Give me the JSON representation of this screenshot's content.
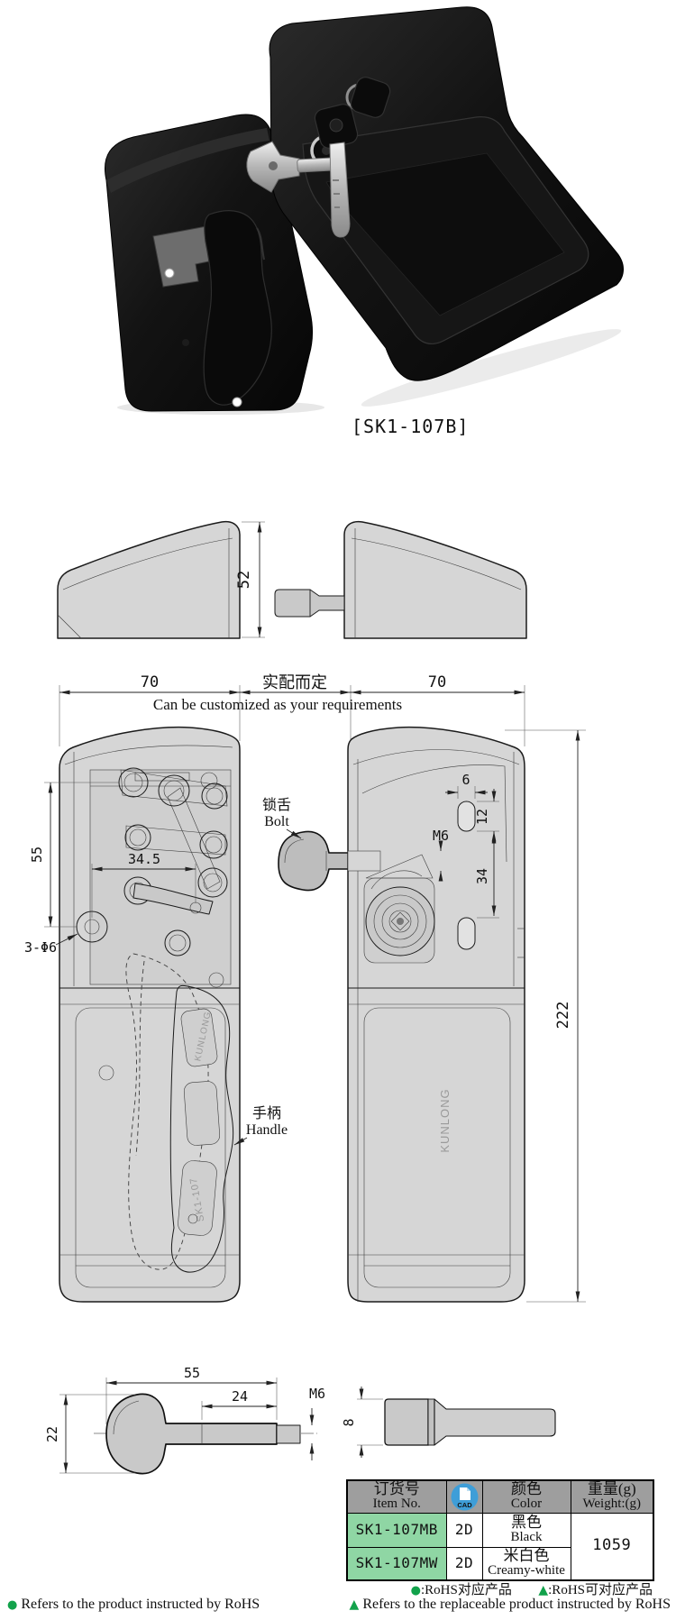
{
  "product_photo": {
    "label": "[SK1-107B]"
  },
  "drawings": {
    "note_cn": "实配而定",
    "note_en": "Can be customized as your requirements",
    "dims": {
      "case_height": "52",
      "left_width": "70",
      "right_width": "70",
      "hole_span": "55",
      "crank_span": "34.5",
      "mount_holes": "3-Φ6",
      "thread": "M6",
      "slot_width": "6",
      "slot_height": "12",
      "slot_spacing": "34",
      "total_height": "222",
      "bolt_length": "55",
      "bolt_thread_length": "24",
      "bolt_thread": "M6",
      "bolt_width": "22",
      "bolt_shaft_thickness": "8"
    },
    "labels": {
      "bolt_cn": "锁舌",
      "bolt_en": "Bolt",
      "handle_cn": "手柄",
      "handle_en": "Handle"
    },
    "engravings": {
      "brand": "KUNLONG",
      "model": "SK1-107"
    }
  },
  "table": {
    "header": {
      "item_cn": "订货号",
      "item_en": "Item No.",
      "cad_icon": "CAD",
      "color_cn": "颜色",
      "color_en": "Color",
      "weight_cn": "重量(g)",
      "weight_en": "Weight:(g)"
    },
    "rows": [
      {
        "item_no": "SK1-107MB",
        "cad": "2D",
        "color_cn": "黑色",
        "color_en": "Black"
      },
      {
        "item_no": "SK1-107MW",
        "cad": "2D",
        "color_cn": "米白色",
        "color_en": "Creamy-white"
      }
    ],
    "weight": "1059",
    "colors": {
      "header_bg": "#9e9e9e",
      "item_bg": "#8fd6a4",
      "cad_blue": "#3e9ed8"
    }
  },
  "footer": {
    "legend_cn": {
      "dot": "●",
      "dot_text": ":RoHS对应产品",
      "tri": "▲",
      "tri_text": ":RoHS可对应产品"
    },
    "legend_en": {
      "dot": "●",
      "dot_text": "Refers to the product instructed by RoHS",
      "tri": "▲",
      "tri_text": "Refers to the replaceable product instructed by RoHS"
    },
    "green": "#12a24b"
  }
}
